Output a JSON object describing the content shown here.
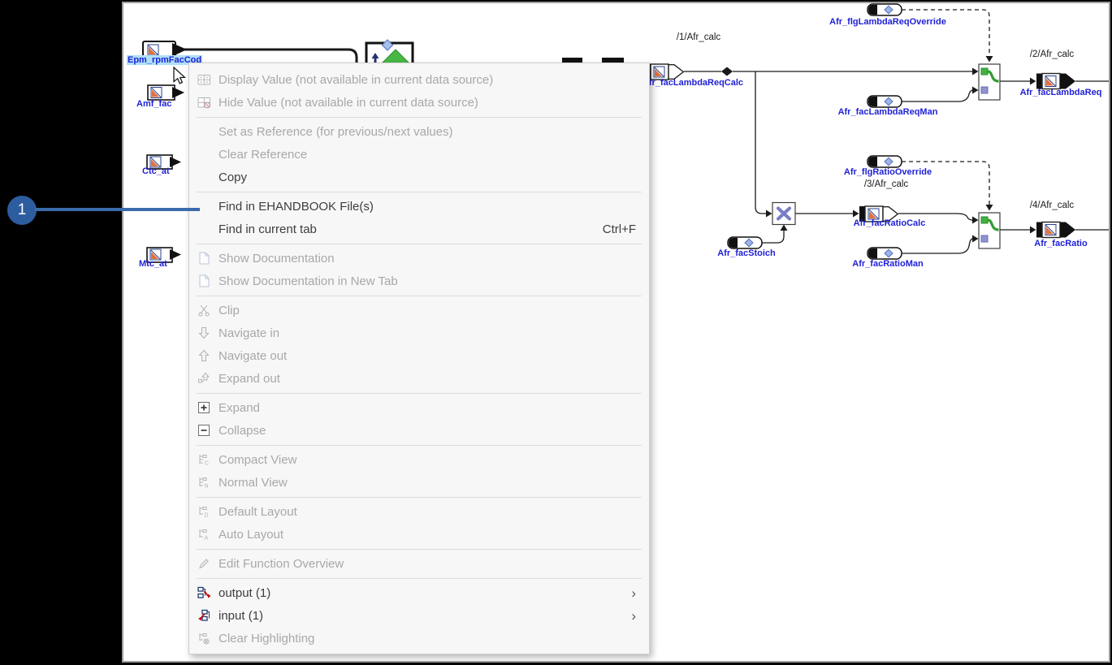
{
  "callout": {
    "number": "1"
  },
  "context_menu": {
    "display_value": "Display Value (not available in current data source)",
    "hide_value": "Hide Value (not available in current data source)",
    "set_as_reference": "Set as Reference (for previous/next values)",
    "clear_reference": "Clear Reference",
    "copy": "Copy",
    "find_in_ehandbook": "Find in EHANDBOOK File(s)",
    "find_in_current_tab": "Find in current tab",
    "find_shortcut": "Ctrl+F",
    "show_documentation": "Show Documentation",
    "show_documentation_new_tab": "Show Documentation in New Tab",
    "clip": "Clip",
    "navigate_in": "Navigate in",
    "navigate_out": "Navigate out",
    "expand_out": "Expand out",
    "expand": "Expand",
    "collapse": "Collapse",
    "compact_view": "Compact View",
    "normal_view": "Normal View",
    "default_layout": "Default Layout",
    "auto_layout": "Auto Layout",
    "edit_function_overview": "Edit Function Overview",
    "output": "output (1)",
    "input": "input (1)",
    "clear_highlighting": "Clear Highlighting",
    "submenu_arrow": "›"
  },
  "diagram": {
    "path1": "/1/Afr_calc",
    "path2": "/2/Afr_calc",
    "path3": "/3/Afr_calc",
    "path4": "/4/Afr_calc",
    "epm": "Epm_rpmFacCod",
    "amf": "Amf_fac",
    "ctc": "Ctc_at",
    "mtc": "Mtc_at",
    "flg_lambda_override": "Afr_flgLambdaReqOverride",
    "fac_lambda_calc": "Afr_facLambdaReqCalc",
    "fac_lambda_man": "Afr_facLambdaReqMan",
    "fac_lambda_out": "Afr_facLambdaReq",
    "flg_ratio_override": "Afr_flgRatioOverride",
    "fac_ratio_calc": "Afr_facRatioCalc",
    "fac_stoich": "Afr_facStoich",
    "fac_ratio_man": "Afr_facRatioMan",
    "fac_ratio_out": "Afr_facRatio"
  },
  "colors": {
    "callout_blue": "#2d5d9f",
    "label_blue": "#1f1fd6",
    "selection_highlight": "#aee0f8",
    "switch_green": "#44b044",
    "multiply_purple": "#7a7ec8",
    "signal_icon_orange": "#e4703f",
    "menu_disabled_text": "#a8a8a8",
    "menu_enabled_text": "#3d3d3d"
  }
}
